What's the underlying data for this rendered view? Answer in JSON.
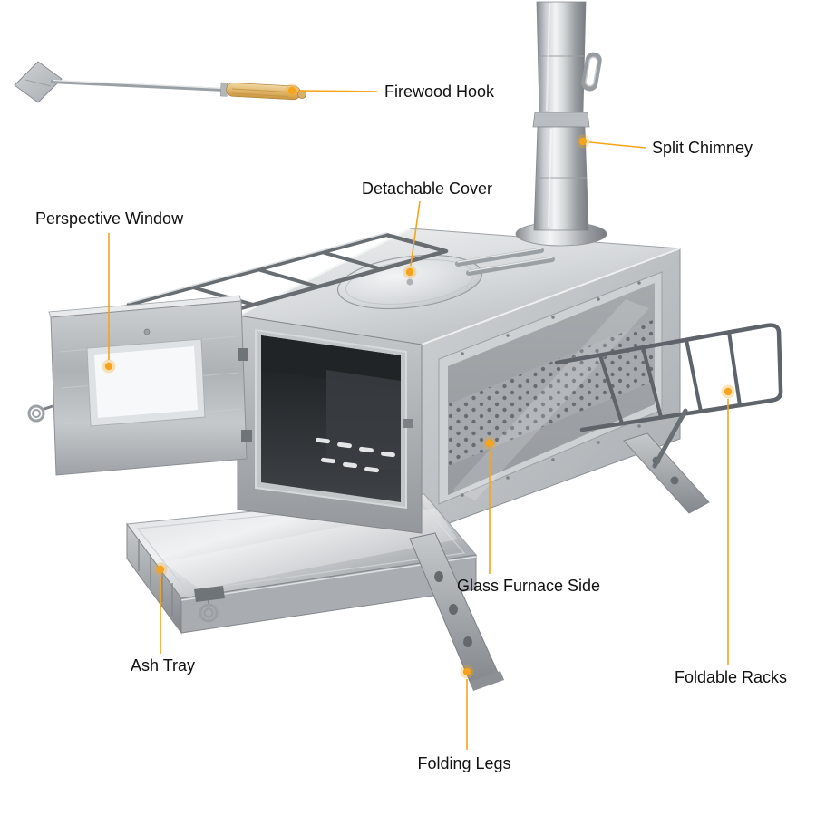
{
  "page": {
    "background": "#ffffff",
    "accent_color": "#F7A41D",
    "label_color": "#101010"
  },
  "annotations": [
    {
      "id": "firewood-hook",
      "label": "Firewood Hook"
    },
    {
      "id": "split-chimney",
      "label": "Split Chimney"
    },
    {
      "id": "detachable-cover",
      "label": "Detachable Cover"
    },
    {
      "id": "perspective-window",
      "label": "Perspective Window"
    },
    {
      "id": "glass-furnace-side",
      "label": "Glass Furnace Side"
    },
    {
      "id": "ash-tray",
      "label": "Ash Tray"
    },
    {
      "id": "folding-legs",
      "label": "Folding Legs"
    },
    {
      "id": "foldable-racks",
      "label": "Foldable Racks"
    }
  ]
}
